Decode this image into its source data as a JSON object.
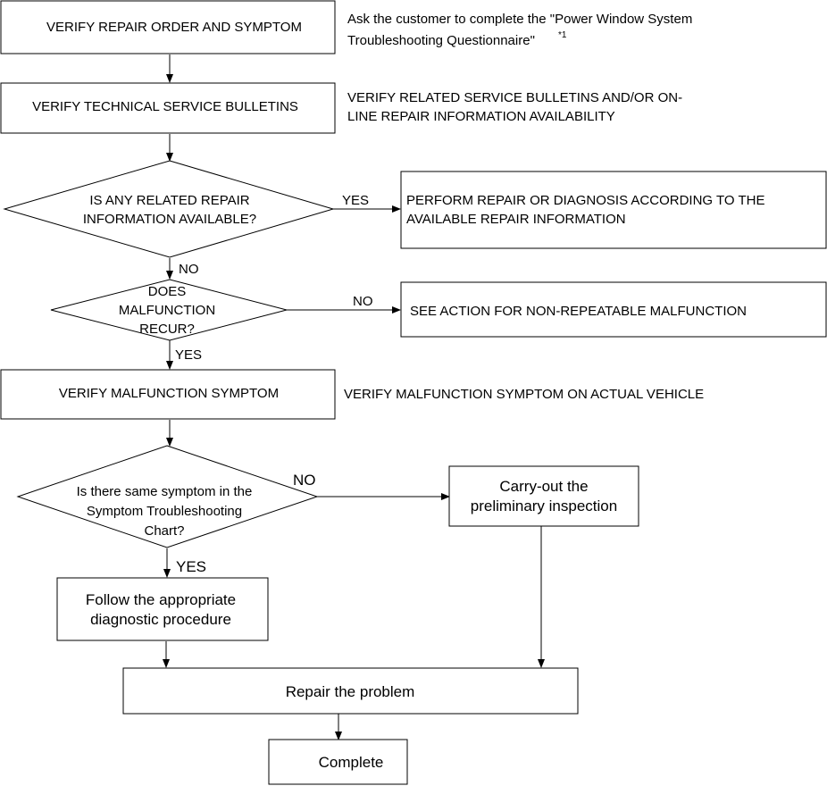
{
  "steps": {
    "verify_repair_order": {
      "label": "VERIFY REPAIR ORDER AND SYMPTOM",
      "note": {
        "line1": "Ask the customer to complete the \"Power Window System",
        "line2": "Troubleshooting Questionnaire\"",
        "superscript": "*1"
      }
    },
    "verify_bulletins": {
      "label": "VERIFY TECHNICAL SERVICE BULLETINS",
      "note": {
        "line1": "VERIFY RELATED SERVICE BULLETINS AND/OR ON-",
        "line2": "LINE REPAIR INFORMATION AVAILABILITY"
      }
    },
    "related_info_decision": {
      "line1": "IS ANY RELATED REPAIR",
      "line2": "INFORMATION AVAILABLE?",
      "yes_label": "YES",
      "no_label": "NO"
    },
    "perform_repair": {
      "line1": "PERFORM REPAIR OR DIAGNOSIS ACCORDING TO THE",
      "line2": "AVAILABLE REPAIR INFORMATION"
    },
    "recur_decision": {
      "line1": "DOES",
      "line2": "MALFUNCTION",
      "line3": "RECUR?",
      "no_label": "NO",
      "yes_label": "YES"
    },
    "non_repeatable": {
      "label": "SEE ACTION FOR NON-REPEATABLE MALFUNCTION"
    },
    "verify_symptom": {
      "label": "VERIFY MALFUNCTION SYMPTOM",
      "note": "VERIFY MALFUNCTION SYMPTOM ON ACTUAL VEHICLE"
    },
    "same_symptom_decision": {
      "line1": "Is there same symptom in the",
      "line2": "Symptom Troubleshooting",
      "line3": "Chart?",
      "no_label": "NO",
      "yes_label": "YES"
    },
    "preliminary_inspection": {
      "line1": "Carry-out the",
      "line2": "preliminary inspection"
    },
    "diagnostic_procedure": {
      "line1": "Follow the appropriate",
      "line2": "diagnostic procedure"
    },
    "repair_problem": {
      "label": "Repair the problem"
    },
    "complete": {
      "label": "Complete"
    }
  }
}
